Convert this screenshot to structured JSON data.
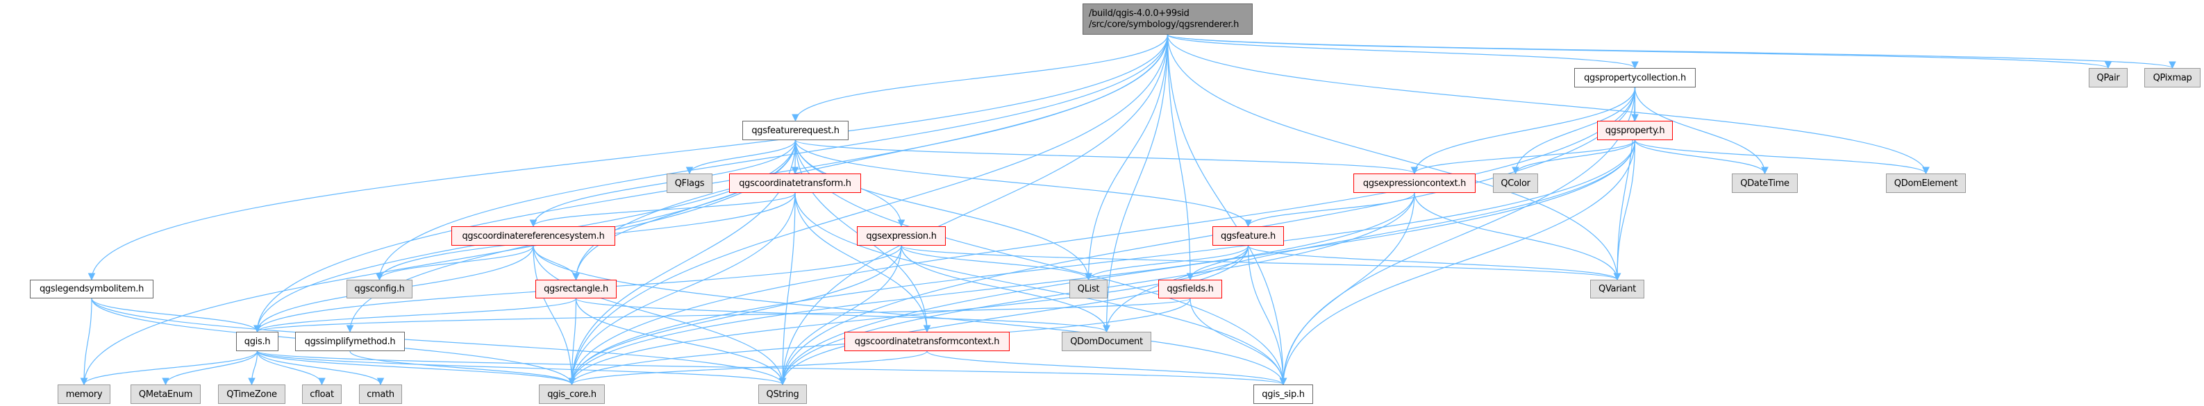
{
  "colors": {
    "edge": "#63b8ff",
    "red_border": "#ff0000",
    "main_fill": "#999999",
    "ext_fill": "#e0e0e0"
  },
  "nodes": {
    "main": {
      "line1": "/build/qgis-4.0.0+99sid",
      "line2": "/src/core/symbology/qgsrenderer.h"
    },
    "qgsfeaturerequest": "qgsfeaturerequest.h",
    "qgspropertycollection": "qgspropertycollection.h",
    "QPair": "QPair",
    "QPixmap": "QPixmap",
    "qgsproperty": "qgsproperty.h",
    "QFlags": "QFlags",
    "qgscoordinatetransform": "qgscoordinatetransform.h",
    "qgsexpressioncontext": "qgsexpressioncontext.h",
    "QColor": "QColor",
    "QDateTime": "QDateTime",
    "QDomElement": "QDomElement",
    "qgscoordinatereferencesystem": "qgscoordinatereferencesystem.h",
    "qgsexpression": "qgsexpression.h",
    "qgsfeature": "qgsfeature.h",
    "qgslegendsymbolitem": "qgslegendsymbolitem.h",
    "qgsconfig": "qgsconfig.h",
    "qgsrectangle": "qgsrectangle.h",
    "QList": "QList",
    "qgsfields": "qgsfields.h",
    "QVariant": "QVariant",
    "qgis": "qgis.h",
    "qgssimplifymethod": "qgssimplifymethod.h",
    "qgscoordinatetransformcontext": "qgscoordinatetransformcontext.h",
    "QDomDocument": "QDomDocument",
    "memory": "memory",
    "QMetaEnum": "QMetaEnum",
    "QTimeZone": "QTimeZone",
    "cfloat": "cfloat",
    "cmath": "cmath",
    "qgis_core": "qgis_core.h",
    "QString": "QString",
    "qgis_sip": "qgis_sip.h"
  },
  "edges": [
    [
      "main",
      "qgsfeaturerequest"
    ],
    [
      "main",
      "qgspropertycollection"
    ],
    [
      "main",
      "QPair"
    ],
    [
      "main",
      "QPixmap"
    ],
    [
      "main",
      "QDomElement"
    ],
    [
      "main",
      "QVariant"
    ],
    [
      "main",
      "QList"
    ],
    [
      "main",
      "qgsfields"
    ],
    [
      "main",
      "QDomDocument"
    ],
    [
      "main",
      "qgis_core"
    ],
    [
      "main",
      "QString"
    ],
    [
      "main",
      "qgis_sip"
    ],
    [
      "main",
      "qgis"
    ],
    [
      "main",
      "qgsconfig"
    ],
    [
      "main",
      "qgsrectangle"
    ],
    [
      "main",
      "qgslegendsymbolitem"
    ],
    [
      "qgsfeaturerequest",
      "QFlags"
    ],
    [
      "qgsfeaturerequest",
      "qgscoordinatetransform"
    ],
    [
      "qgsfeaturerequest",
      "qgsexpression"
    ],
    [
      "qgsfeaturerequest",
      "QList"
    ],
    [
      "qgsfeaturerequest",
      "qgsfeature"
    ],
    [
      "qgsfeaturerequest",
      "qgsexpressioncontext"
    ],
    [
      "qgsfeaturerequest",
      "qgscoordinatereferencesystem"
    ],
    [
      "qgsfeaturerequest",
      "qgsrectangle"
    ],
    [
      "qgsfeaturerequest",
      "qgis"
    ],
    [
      "qgsfeaturerequest",
      "qgssimplifymethod"
    ],
    [
      "qgsfeaturerequest",
      "memory"
    ],
    [
      "qgsfeaturerequest",
      "qgis_core"
    ],
    [
      "qgsfeaturerequest",
      "qgis_sip"
    ],
    [
      "qgsfeaturerequest",
      "qgscoordinatetransformcontext"
    ],
    [
      "qgscoordinatereferencesystem",
      "qgsconfig"
    ],
    [
      "qgscoordinatereferencesystem",
      "qgis"
    ],
    [
      "qgscoordinatereferencesystem",
      "qgsrectangle"
    ],
    [
      "qgscoordinatereferencesystem",
      "qgis_core"
    ],
    [
      "qgscoordinatereferencesystem",
      "QString"
    ],
    [
      "qgscoordinatereferencesystem",
      "qgis_sip"
    ],
    [
      "qgscoordinatetransform",
      "qgscoordinatereferencesystem"
    ],
    [
      "qgscoordinatetransform",
      "qgsconfig"
    ],
    [
      "qgscoordinatetransform",
      "qgis_core"
    ],
    [
      "qgscoordinatetransform",
      "QString"
    ],
    [
      "qgscoordinatetransform",
      "qgis_sip"
    ],
    [
      "qgscoordinatetransform",
      "qgscoordinatetransformcontext"
    ],
    [
      "qgsexpression",
      "qgis"
    ],
    [
      "qgsexpression",
      "QList"
    ],
    [
      "qgsexpression",
      "QVariant"
    ],
    [
      "qgsexpression",
      "QDomDocument"
    ],
    [
      "qgsexpression",
      "QString"
    ],
    [
      "qgsexpression",
      "qgis_core"
    ],
    [
      "qgsfeature",
      "QList"
    ],
    [
      "qgsfeature",
      "qgsfields"
    ],
    [
      "qgsfeature",
      "QVariant"
    ],
    [
      "qgsfeature",
      "qgis_core"
    ],
    [
      "qgsfeature",
      "qgis_sip"
    ],
    [
      "qgsfeature",
      "QString"
    ],
    [
      "qgsexpressioncontext",
      "qgsfeature"
    ],
    [
      "qgsexpressioncontext",
      "QVariant"
    ],
    [
      "qgsexpressioncontext",
      "qgis_core"
    ],
    [
      "qgsexpressioncontext",
      "qgis_sip"
    ],
    [
      "qgsexpressioncontext",
      "QString"
    ],
    [
      "qgsfields",
      "qgis"
    ],
    [
      "qgsfields",
      "qgis_core"
    ],
    [
      "qgsfields",
      "qgis_sip"
    ],
    [
      "qgsrectangle",
      "qgis"
    ],
    [
      "qgsrectangle",
      "QDomDocument"
    ],
    [
      "qgsrectangle",
      "qgis_core"
    ],
    [
      "qgsrectangle",
      "QString"
    ],
    [
      "qgslegendsymbolitem",
      "qgis"
    ],
    [
      "qgslegendsymbolitem",
      "memory"
    ],
    [
      "qgslegendsymbolitem",
      "qgis_core"
    ],
    [
      "qgslegendsymbolitem",
      "QString"
    ],
    [
      "qgis",
      "memory"
    ],
    [
      "qgis",
      "QMetaEnum"
    ],
    [
      "qgis",
      "QTimeZone"
    ],
    [
      "qgis",
      "cfloat"
    ],
    [
      "qgis",
      "cmath"
    ],
    [
      "qgis",
      "qgis_core"
    ],
    [
      "qgis",
      "QString"
    ],
    [
      "qgis",
      "qgis_sip"
    ],
    [
      "qgssimplifymethod",
      "qgis_core"
    ],
    [
      "qgscoordinatetransformcontext",
      "qgis_core"
    ],
    [
      "qgscoordinatetransformcontext",
      "qgis_sip"
    ],
    [
      "qgspropertycollection",
      "qgsproperty"
    ],
    [
      "qgspropertycollection",
      "QColor"
    ],
    [
      "qgspropertycollection",
      "QDateTime"
    ],
    [
      "qgspropertycollection",
      "QVariant"
    ],
    [
      "qgspropertycollection",
      "qgsexpressioncontext"
    ],
    [
      "qgspropertycollection",
      "qgis_core"
    ],
    [
      "qgspropertycollection",
      "qgis_sip"
    ],
    [
      "qgspropertycollection",
      "QString"
    ],
    [
      "qgsproperty",
      "qgsexpressioncontext"
    ],
    [
      "qgsproperty",
      "QColor"
    ],
    [
      "qgsproperty",
      "QDateTime"
    ],
    [
      "qgsproperty",
      "QDomElement"
    ],
    [
      "qgsproperty",
      "QVariant"
    ],
    [
      "qgsproperty",
      "qgis_core"
    ],
    [
      "qgsproperty",
      "qgis_sip"
    ],
    [
      "qgsproperty",
      "QString"
    ],
    [
      "qgsproperty",
      "QDomDocument"
    ]
  ]
}
